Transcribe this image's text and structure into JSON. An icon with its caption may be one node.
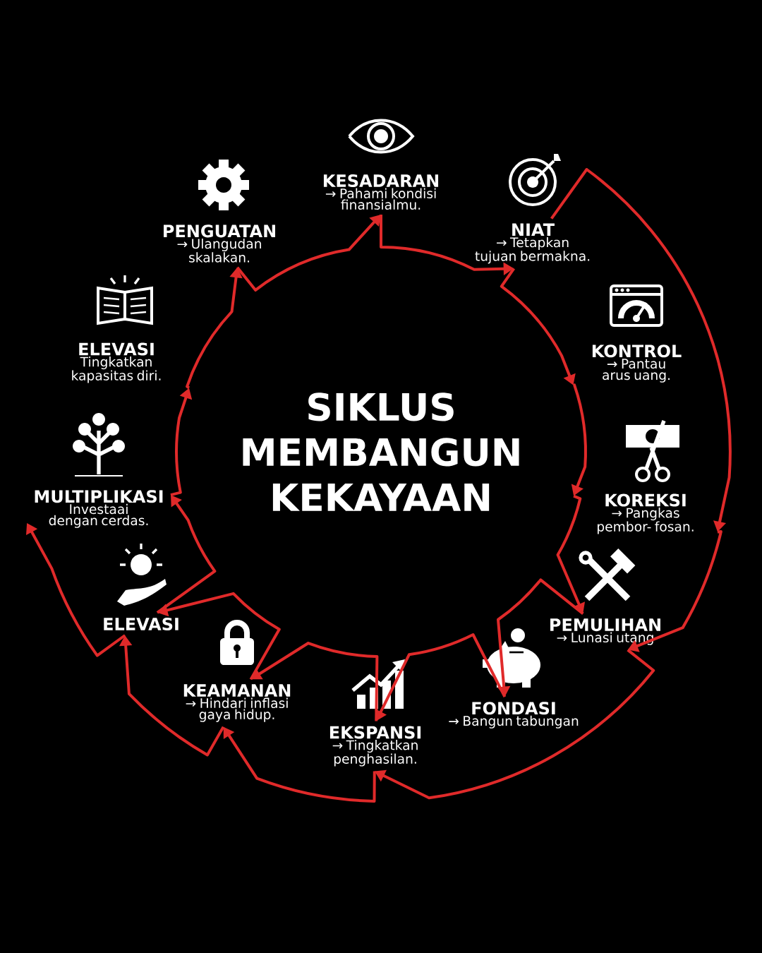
{
  "diagram": {
    "title": "SIKLUS MEMBANGUN KEKAYAAN",
    "nodes": [
      {
        "text": [
          "KESADARAN",
          "→ Pahami kondisi finansialmu."
        ]
      },
      {
        "text": [
          "NIAT",
          "→ Tetapkan tujuan bermakna."
        ]
      },
      {
        "text": [
          "KONTROL",
          "→ Pantau arus uang."
        ]
      },
      {
        "text": [
          "KOREKSI",
          "→ Pangkas pembor- fosan."
        ]
      },
      {
        "text": [
          "PEMULIHAN",
          "→ Lunasi utang"
        ]
      },
      {
        "text": [
          "FONDASI",
          "→ Bangun tabungan"
        ]
      },
      {
        "text": [
          "EKSPANSI",
          "→ Tingkatkan penghasilan."
        ]
      },
      {
        "text": [
          "KEAMANAN",
          "→ Hindari inflasi gaya hidup."
        ]
      },
      {
        "text": [
          "ELEVASI"
        ]
      },
      {
        "text": [
          "MULTIPLIKASI",
          "Investaai dengan cerdas."
        ]
      },
      {
        "text": [
          "ELEVASI",
          "Tingkatkan kapasitas diri."
        ]
      },
      {
        "text": [
          "PENGUATAN",
          "→ Ulangudan skalakan."
        ]
      }
    ],
    "edges": [
      {
        "from": 0,
        "to": 1,
        "arrow": "to"
      },
      {
        "from": 1,
        "to": 2,
        "arrow": "to"
      },
      {
        "from": 2,
        "to": 3,
        "arrow": "to"
      },
      {
        "from": 3,
        "to": 4,
        "arrow": "to"
      },
      {
        "from": 4,
        "to": 5,
        "arrow": "to"
      },
      {
        "from": 5,
        "to": 6,
        "arrow": "to"
      },
      {
        "from": 6,
        "to": 7,
        "arrow": "to"
      },
      {
        "from": 7,
        "to": 8,
        "arrow": "to"
      },
      {
        "from": 8,
        "to": 9,
        "arrow": "to"
      },
      {
        "from": 9,
        "to": 10,
        "arrow": "to"
      },
      {
        "from": 10,
        "to": 11,
        "arrow": "to"
      },
      {
        "from": 11,
        "to": 0,
        "arrow": "to"
      },
      {
        "from": 1,
        "to": 3,
        "arrow": "to"
      },
      {
        "from": 3,
        "to": 4,
        "arrow": "to"
      },
      {
        "from": 4,
        "to": 6,
        "arrow": "to"
      },
      {
        "from": 6,
        "to": 7,
        "arrow": "to"
      },
      {
        "from": 7,
        "to": 8,
        "arrow": "to"
      },
      {
        "from": 8,
        "to": 9,
        "arrow": "to"
      }
    ]
  }
}
